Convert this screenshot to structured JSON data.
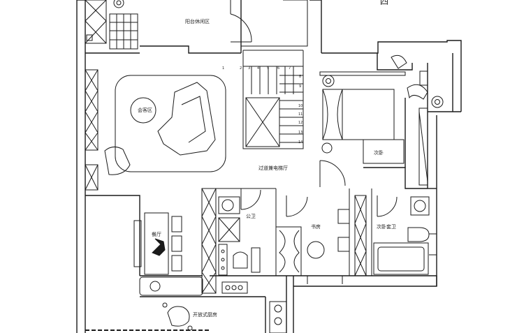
{
  "plan": {
    "rooms": {
      "balcony": "阳台休闲区",
      "living": "会客区",
      "corridor": "过道兼电梯厅",
      "bedroom2": "次卧",
      "public_bath": "公卫",
      "study": "书房",
      "suite_bath": "次卧套卫",
      "dining": "餐厅",
      "kitchen": "开放式厨房"
    },
    "corner_char": "四",
    "stair_steps": [
      "1",
      "2",
      "3",
      "4",
      "5",
      "6",
      "7",
      "8",
      "9",
      "10",
      "11",
      "12",
      "13",
      "14"
    ],
    "colors": {
      "line": "#1a1a1a",
      "background": "#ffffff"
    }
  }
}
